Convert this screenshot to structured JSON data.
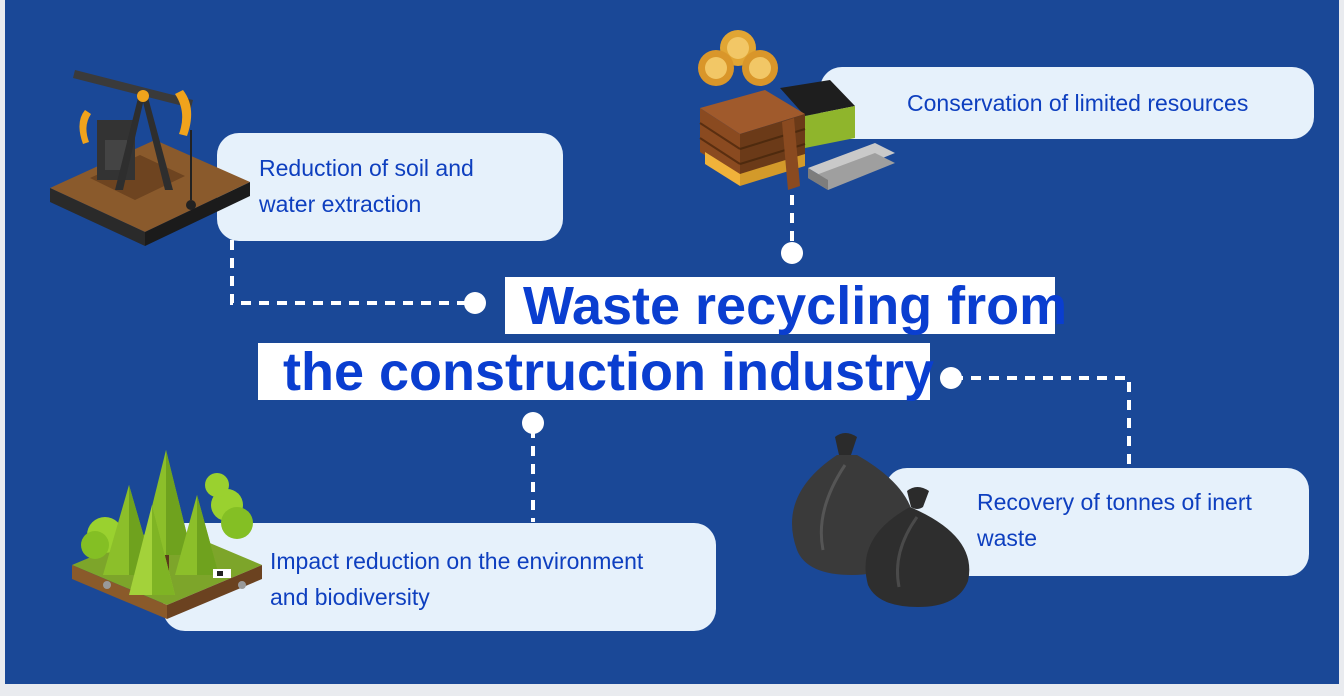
{
  "title": {
    "line1": "Waste recycling from",
    "line2": "the construction industry"
  },
  "callouts": {
    "soil": {
      "line1": "Reduction of soil and",
      "line2": "water extraction",
      "icon": "oil-pump-icon"
    },
    "resources": {
      "line1": "Conservation of limited resources",
      "icon": "building-materials-icon"
    },
    "environment": {
      "line1": "Impact reduction on the environment",
      "line2": "and biodiversity",
      "icon": "forest-icon"
    },
    "waste": {
      "line1": "Recovery of tonnes of inert",
      "line2": "waste",
      "icon": "garbage-bags-icon"
    }
  },
  "colors": {
    "background": "#1a4897",
    "callout_bg": "#e6f1fb",
    "accent_text": "#0e3fbf",
    "title_text": "#0a3ed0"
  }
}
